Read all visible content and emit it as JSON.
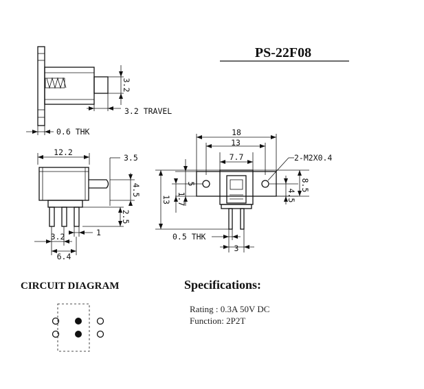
{
  "title": "PS-22F08",
  "dims": {
    "plunger_h": "3.2",
    "travel": "3.2 TRAVEL",
    "thk_side": "0.6 THK",
    "w_12_2": "12.2",
    "d_3_5": "3.5",
    "d_4_5_side": "4.5",
    "d_2_5": "2.5",
    "d_1": "1",
    "d_3_2_pin": "3.2",
    "d_6_4": "6.4",
    "w_18": "18",
    "w_13": "13",
    "w_7_7": "7.7",
    "hole": "2-M2X0.4",
    "h_13": "13",
    "h_5": "5",
    "h_1_7": "1.7",
    "h_4_5": "4.5",
    "h_8_5": "8.5",
    "thk_front": "0.5 THK",
    "d_3": "3"
  },
  "circuit": {
    "heading": "CIRCUIT DIAGRAM"
  },
  "specs": {
    "heading": "Specifications:",
    "rating": "Rating : 0.3A 50V DC",
    "function": "Function: 2P2T"
  }
}
